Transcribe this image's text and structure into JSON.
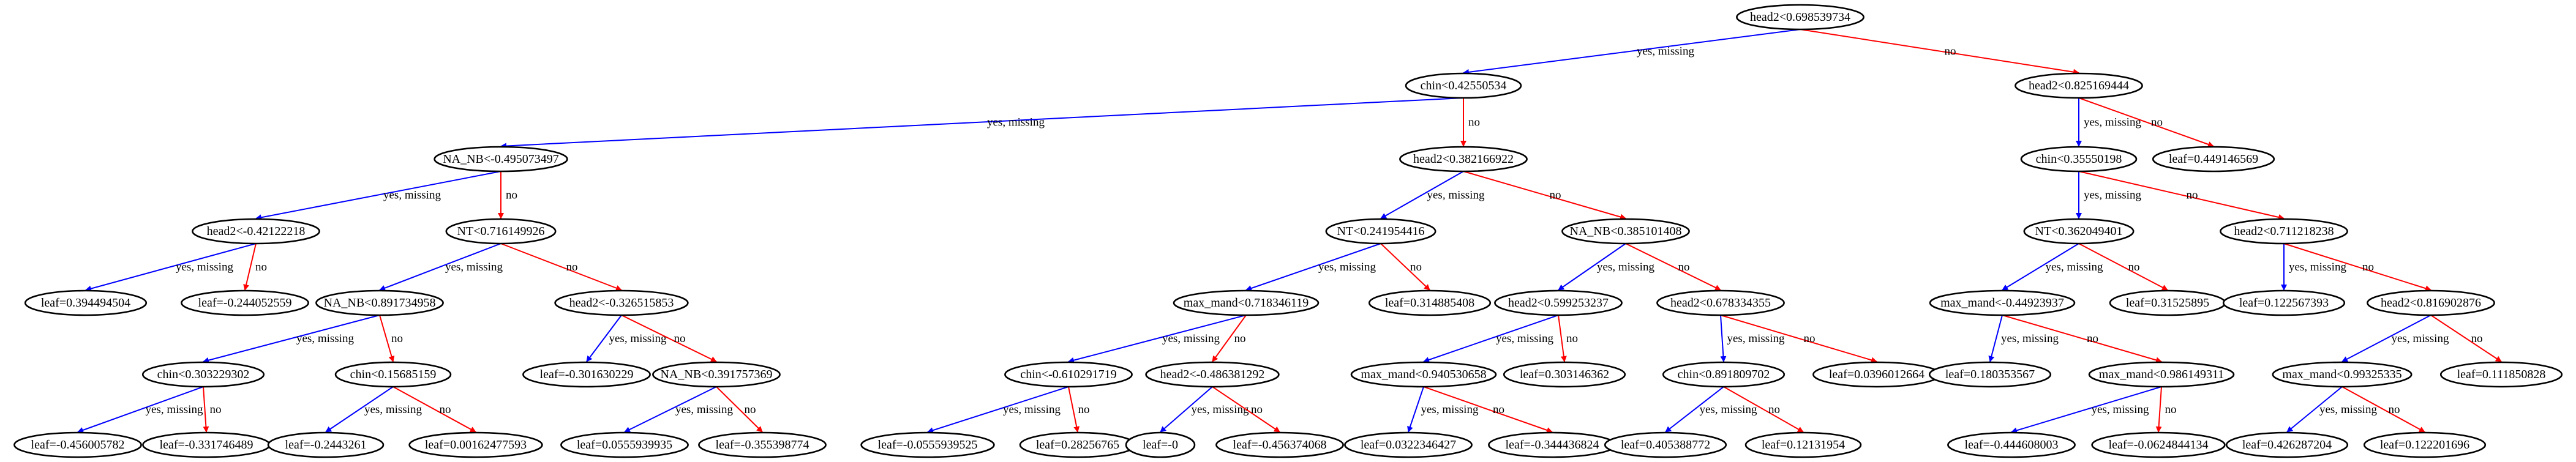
{
  "colors": {
    "yes_edge": "#0000ff",
    "no_edge": "#ff0000",
    "node_stroke": "#000000",
    "background": "#ffffff"
  },
  "nodes": [
    {
      "id": "n0",
      "label": "head2<0.698539734"
    },
    {
      "id": "n1",
      "label": "chin<0.42550534"
    },
    {
      "id": "n2",
      "label": "head2<0.825169444"
    },
    {
      "id": "n3",
      "label": "NA_NB<-0.495073497"
    },
    {
      "id": "n4",
      "label": "head2<0.382166922"
    },
    {
      "id": "n5",
      "label": "chin<0.35550198"
    },
    {
      "id": "n6",
      "label": "leaf=0.449146569"
    },
    {
      "id": "n7",
      "label": "head2<-0.42122218"
    },
    {
      "id": "n8",
      "label": "NT<0.716149926"
    },
    {
      "id": "n9",
      "label": "NT<0.241954416"
    },
    {
      "id": "n10",
      "label": "NA_NB<0.385101408"
    },
    {
      "id": "n11",
      "label": "NT<0.362049401"
    },
    {
      "id": "n12",
      "label": "head2<0.711218238"
    },
    {
      "id": "n13",
      "label": "leaf=0.394494504"
    },
    {
      "id": "n14",
      "label": "leaf=-0.244052559"
    },
    {
      "id": "n15",
      "label": "NA_NB<0.891734958"
    },
    {
      "id": "n16",
      "label": "head2<-0.326515853"
    },
    {
      "id": "n17",
      "label": "max_mand<0.718346119"
    },
    {
      "id": "n18",
      "label": "leaf=0.314885408"
    },
    {
      "id": "n19",
      "label": "head2<0.599253237"
    },
    {
      "id": "n20",
      "label": "head2<0.678334355"
    },
    {
      "id": "n21",
      "label": "max_mand<-0.44923937"
    },
    {
      "id": "n22",
      "label": "leaf=0.31525895"
    },
    {
      "id": "n23",
      "label": "leaf=0.122567393"
    },
    {
      "id": "n24",
      "label": "head2<0.816902876"
    },
    {
      "id": "n25",
      "label": "chin<0.303229302"
    },
    {
      "id": "n26",
      "label": "chin<0.15685159"
    },
    {
      "id": "n27",
      "label": "leaf=-0.301630229"
    },
    {
      "id": "n28",
      "label": "NA_NB<0.391757369"
    },
    {
      "id": "n29",
      "label": "chin<-0.610291719"
    },
    {
      "id": "n30",
      "label": "head2<-0.486381292"
    },
    {
      "id": "n31",
      "label": "max_mand<0.940530658"
    },
    {
      "id": "n32",
      "label": "leaf=0.303146362"
    },
    {
      "id": "n33",
      "label": "chin<0.891809702"
    },
    {
      "id": "n34",
      "label": "leaf=0.0396012664"
    },
    {
      "id": "n35",
      "label": "leaf=0.180353567"
    },
    {
      "id": "n36",
      "label": "max_mand<0.986149311"
    },
    {
      "id": "n37",
      "label": "max_mand<0.99325335"
    },
    {
      "id": "n38",
      "label": "leaf=0.111850828"
    },
    {
      "id": "n39",
      "label": "leaf=-0.456005782"
    },
    {
      "id": "n40",
      "label": "leaf=-0.331746489"
    },
    {
      "id": "n41",
      "label": "leaf=-0.2443261"
    },
    {
      "id": "n42",
      "label": "leaf=0.00162477593"
    },
    {
      "id": "n43",
      "label": "leaf=0.0555939935"
    },
    {
      "id": "n44",
      "label": "leaf=-0.355398774"
    },
    {
      "id": "n45",
      "label": "leaf=-0.0555939525"
    },
    {
      "id": "n46",
      "label": "leaf=0.28256765"
    },
    {
      "id": "n47",
      "label": "leaf=-0"
    },
    {
      "id": "n48",
      "label": "leaf=-0.456374068"
    },
    {
      "id": "n49",
      "label": "leaf=0.0322346427"
    },
    {
      "id": "n50",
      "label": "leaf=-0.344436824"
    },
    {
      "id": "n51",
      "label": "leaf=0.405388772"
    },
    {
      "id": "n52",
      "label": "leaf=0.12131954"
    },
    {
      "id": "n53",
      "label": "leaf=-0.444608003"
    },
    {
      "id": "n54",
      "label": "leaf=-0.0624844134"
    },
    {
      "id": "n55",
      "label": "leaf=0.426287204"
    },
    {
      "id": "n56",
      "label": "leaf=0.122201696"
    }
  ],
  "edges": [
    {
      "from": "n0",
      "to": "n1",
      "type": "yes",
      "label": "yes, missing"
    },
    {
      "from": "n0",
      "to": "n2",
      "type": "no",
      "label": "no"
    },
    {
      "from": "n1",
      "to": "n3",
      "type": "yes",
      "label": "yes, missing"
    },
    {
      "from": "n1",
      "to": "n4",
      "type": "no",
      "label": "no"
    },
    {
      "from": "n2",
      "to": "n5",
      "type": "yes",
      "label": "yes, missing"
    },
    {
      "from": "n2",
      "to": "n6",
      "type": "no",
      "label": "no"
    },
    {
      "from": "n3",
      "to": "n7",
      "type": "yes",
      "label": "yes, missing"
    },
    {
      "from": "n3",
      "to": "n8",
      "type": "no",
      "label": "no"
    },
    {
      "from": "n4",
      "to": "n9",
      "type": "yes",
      "label": "yes, missing"
    },
    {
      "from": "n4",
      "to": "n10",
      "type": "no",
      "label": "no"
    },
    {
      "from": "n5",
      "to": "n11",
      "type": "yes",
      "label": "yes, missing"
    },
    {
      "from": "n5",
      "to": "n12",
      "type": "no",
      "label": "no"
    },
    {
      "from": "n7",
      "to": "n13",
      "type": "yes",
      "label": "yes, missing"
    },
    {
      "from": "n7",
      "to": "n14",
      "type": "no",
      "label": "no"
    },
    {
      "from": "n8",
      "to": "n15",
      "type": "yes",
      "label": "yes, missing"
    },
    {
      "from": "n8",
      "to": "n16",
      "type": "no",
      "label": "no"
    },
    {
      "from": "n9",
      "to": "n17",
      "type": "yes",
      "label": "yes, missing"
    },
    {
      "from": "n9",
      "to": "n18",
      "type": "no",
      "label": "no"
    },
    {
      "from": "n10",
      "to": "n19",
      "type": "yes",
      "label": "yes, missing"
    },
    {
      "from": "n10",
      "to": "n20",
      "type": "no",
      "label": "no"
    },
    {
      "from": "n11",
      "to": "n21",
      "type": "yes",
      "label": "yes, missing"
    },
    {
      "from": "n11",
      "to": "n22",
      "type": "no",
      "label": "no"
    },
    {
      "from": "n12",
      "to": "n23",
      "type": "yes",
      "label": "yes, missing"
    },
    {
      "from": "n12",
      "to": "n24",
      "type": "no",
      "label": "no"
    },
    {
      "from": "n15",
      "to": "n25",
      "type": "yes",
      "label": "yes, missing"
    },
    {
      "from": "n15",
      "to": "n26",
      "type": "no",
      "label": "no"
    },
    {
      "from": "n16",
      "to": "n27",
      "type": "yes",
      "label": "yes, missing"
    },
    {
      "from": "n16",
      "to": "n28",
      "type": "no",
      "label": "no"
    },
    {
      "from": "n17",
      "to": "n29",
      "type": "yes",
      "label": "yes, missing"
    },
    {
      "from": "n17",
      "to": "n30",
      "type": "no",
      "label": "no"
    },
    {
      "from": "n19",
      "to": "n31",
      "type": "yes",
      "label": "yes, missing"
    },
    {
      "from": "n19",
      "to": "n32",
      "type": "no",
      "label": "no"
    },
    {
      "from": "n20",
      "to": "n33",
      "type": "yes",
      "label": "yes, missing"
    },
    {
      "from": "n20",
      "to": "n34",
      "type": "no",
      "label": "no"
    },
    {
      "from": "n21",
      "to": "n35",
      "type": "yes",
      "label": "yes, missing"
    },
    {
      "from": "n21",
      "to": "n36",
      "type": "no",
      "label": "no"
    },
    {
      "from": "n24",
      "to": "n37",
      "type": "yes",
      "label": "yes, missing"
    },
    {
      "from": "n24",
      "to": "n38",
      "type": "no",
      "label": "no"
    },
    {
      "from": "n25",
      "to": "n39",
      "type": "yes",
      "label": "yes, missing"
    },
    {
      "from": "n25",
      "to": "n40",
      "type": "no",
      "label": "no"
    },
    {
      "from": "n26",
      "to": "n41",
      "type": "yes",
      "label": "yes, missing"
    },
    {
      "from": "n26",
      "to": "n42",
      "type": "no",
      "label": "no"
    },
    {
      "from": "n28",
      "to": "n43",
      "type": "yes",
      "label": "yes, missing"
    },
    {
      "from": "n28",
      "to": "n44",
      "type": "no",
      "label": "no"
    },
    {
      "from": "n29",
      "to": "n45",
      "type": "yes",
      "label": "yes, missing"
    },
    {
      "from": "n29",
      "to": "n46",
      "type": "no",
      "label": "no"
    },
    {
      "from": "n30",
      "to": "n47",
      "type": "yes",
      "label": "yes, missing"
    },
    {
      "from": "n30",
      "to": "n48",
      "type": "no",
      "label": "no"
    },
    {
      "from": "n31",
      "to": "n49",
      "type": "yes",
      "label": "yes, missing"
    },
    {
      "from": "n31",
      "to": "n50",
      "type": "no",
      "label": "no"
    },
    {
      "from": "n33",
      "to": "n51",
      "type": "yes",
      "label": "yes, missing"
    },
    {
      "from": "n33",
      "to": "n52",
      "type": "no",
      "label": "no"
    },
    {
      "from": "n36",
      "to": "n53",
      "type": "yes",
      "label": "yes, missing"
    },
    {
      "from": "n36",
      "to": "n54",
      "type": "no",
      "label": "no"
    },
    {
      "from": "n37",
      "to": "n55",
      "type": "yes",
      "label": "yes, missing"
    },
    {
      "from": "n37",
      "to": "n56",
      "type": "no",
      "label": "no"
    }
  ]
}
